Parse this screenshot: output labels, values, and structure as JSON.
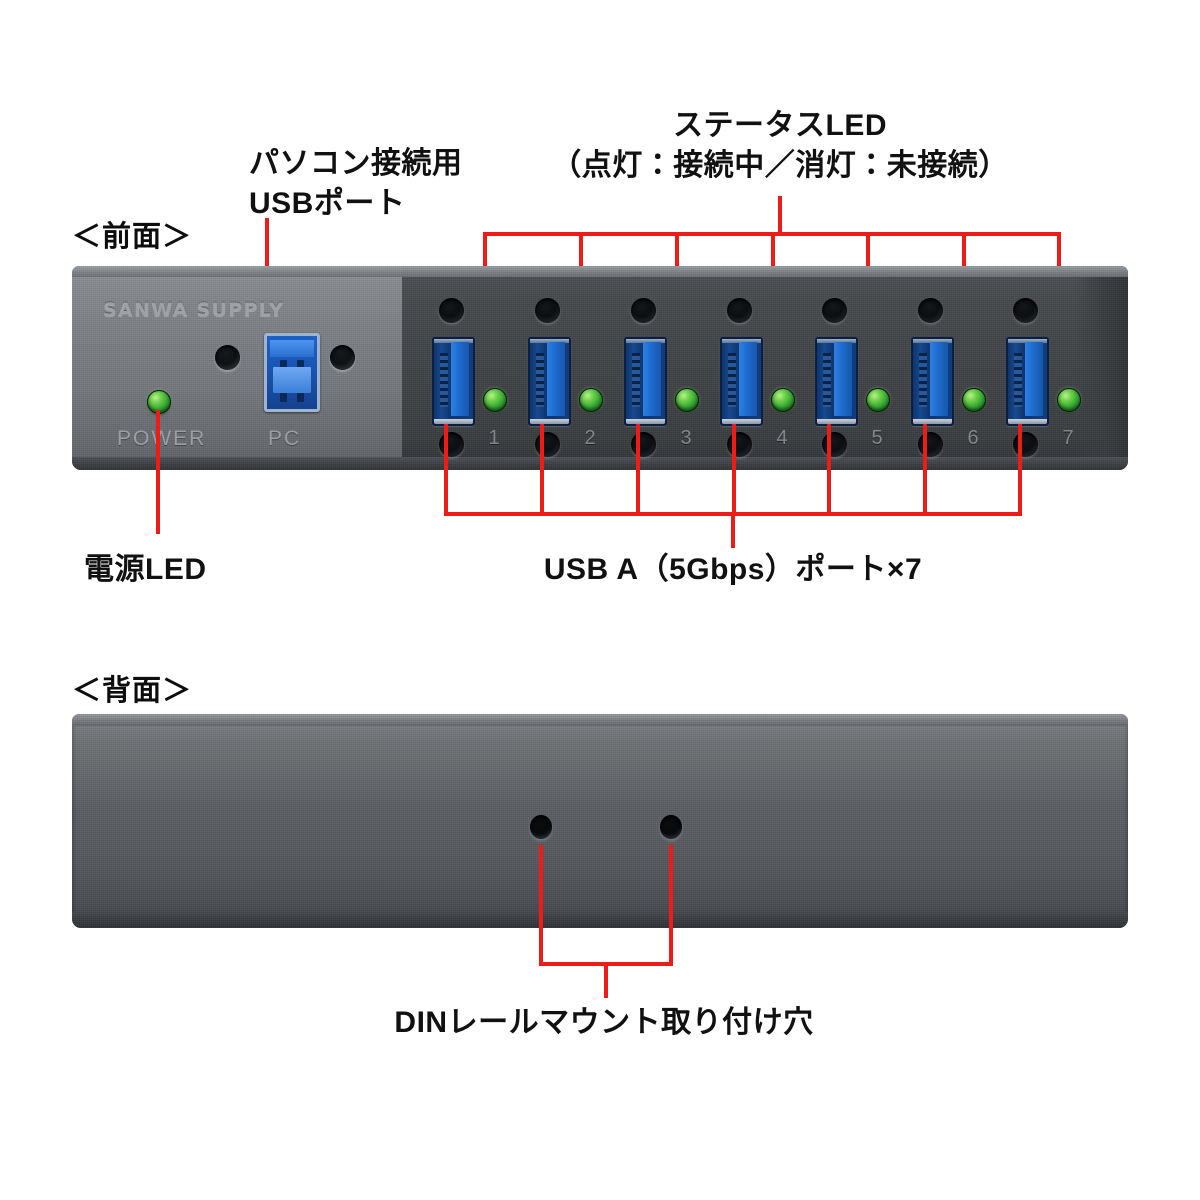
{
  "views": {
    "front_label": "＜前面＞",
    "rear_label": "＜背面＞"
  },
  "callouts": {
    "pc_usb_port": "パソコン接続用\nUSBポート",
    "status_led_title": "ステータスLED",
    "status_led_detail": "（点灯：接続中／消灯：未接続）",
    "power_led": "電源LED",
    "usb_a_ports": "USB A（5Gbps）ポート×7",
    "din_rail": "DINレールマウント取り付け穴"
  },
  "device": {
    "brand": "SANWA SUPPLY",
    "power_silk": "POWER",
    "pc_silk": "PC",
    "port_numbers": [
      "1",
      "2",
      "3",
      "4",
      "5",
      "6",
      "7"
    ],
    "status_led_state": "on",
    "power_led_state": "on"
  },
  "colors": {
    "leader_line": "#ee1c18",
    "led_green": "#33a532",
    "usb_blue": "#1857ab",
    "panel_gray": "#75787c",
    "port_field_dark": "#3f4245",
    "silkscreen": "#9b9ea2"
  }
}
